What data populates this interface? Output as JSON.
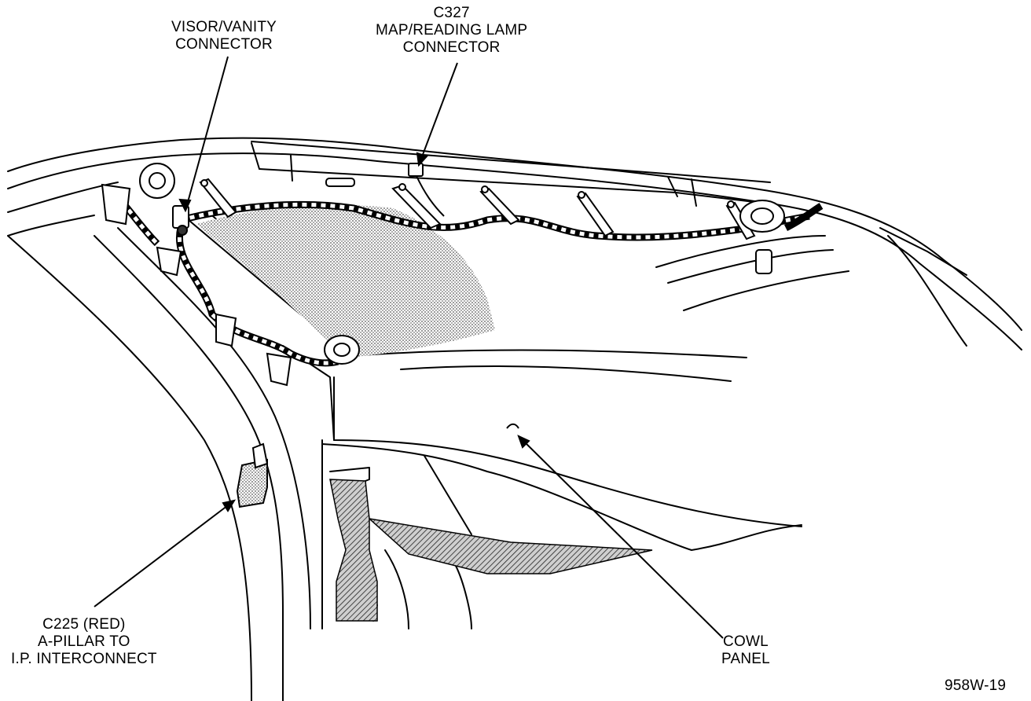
{
  "callouts": {
    "visor": {
      "lines": [
        "VISOR/VANITY",
        "CONNECTOR"
      ]
    },
    "map_lamp": {
      "lines": [
        "C327",
        "MAP/READING LAMP",
        "CONNECTOR"
      ]
    },
    "c225": {
      "lines": [
        "C225 (RED)",
        "A-PILLAR TO",
        "I.P. INTERCONNECT"
      ]
    },
    "cowl": {
      "lines": [
        "COWL",
        "PANEL"
      ]
    }
  },
  "figure_id": "958W-19"
}
